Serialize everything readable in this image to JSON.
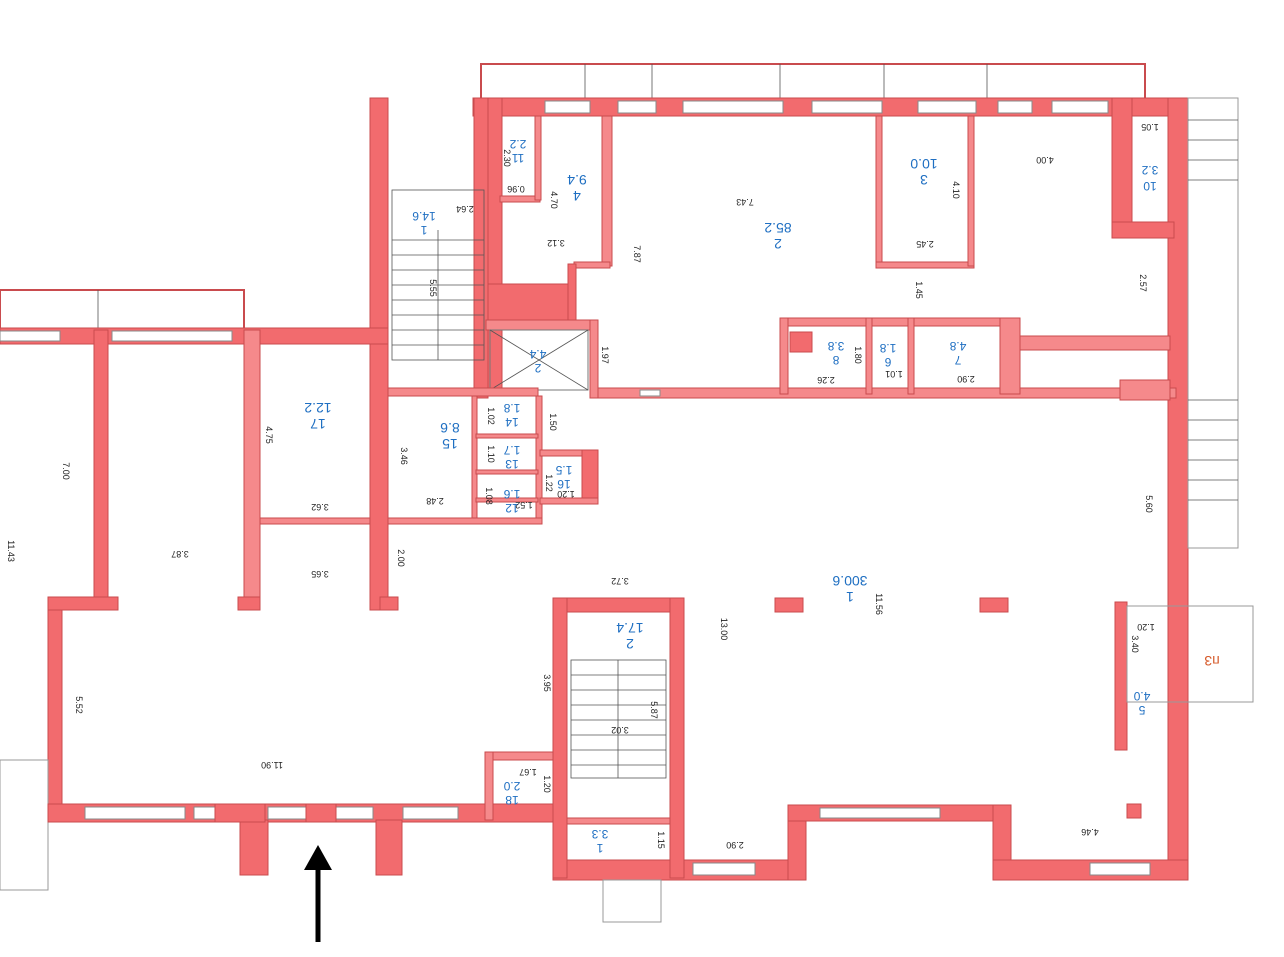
{
  "rooms": [
    {
      "num": "1",
      "area": "300.6"
    },
    {
      "num": "2",
      "area": "85.2"
    },
    {
      "num": "3",
      "area": "10.0"
    },
    {
      "num": "4",
      "area": "9.4"
    },
    {
      "num": "5",
      "area": "4.0"
    },
    {
      "num": "6",
      "area": "1.8"
    },
    {
      "num": "7",
      "area": "4.8"
    },
    {
      "num": "8",
      "area": "3.8"
    },
    {
      "num": "10",
      "area": "3.2"
    },
    {
      "num": "11",
      "area": "2.2"
    },
    {
      "num": "12",
      "area": "1.6"
    },
    {
      "num": "13",
      "area": "1.7"
    },
    {
      "num": "14",
      "area": "1.8"
    },
    {
      "num": "15",
      "area": "8.6"
    },
    {
      "num": "16",
      "area": "1.5"
    },
    {
      "num": "17",
      "area": "12.2"
    },
    {
      "num": "18",
      "area": "2.0"
    }
  ],
  "stairs": [
    {
      "num": "1",
      "area": "14.6"
    },
    {
      "num": "2",
      "area": "4.4"
    },
    {
      "num": "2",
      "area": "17.4"
    },
    {
      "num": "1",
      "area": "3.3"
    }
  ],
  "marker": "п3",
  "dimensions": {
    "d_105": "1.05",
    "d_400": "4.00",
    "d_410": "4.10",
    "d_245": "2.45",
    "d_145": "1.45",
    "d_743": "7.43",
    "d_787": "7.87",
    "d_312": "3.12",
    "d_470": "4.70",
    "d_096": "0.96",
    "d_230": "2.30",
    "d_264": "2.64",
    "d_555": "5.55",
    "d_197": "1.97",
    "d_257": "2.57",
    "d_180": "1.80",
    "d_101": "1.01",
    "d_226": "2.26",
    "d_290a": "2.90",
    "d_560": "5.60",
    "d_150": "1.50",
    "d_102": "1.02",
    "d_110": "1.10",
    "d_108": "1.08",
    "d_122": "1.22",
    "d_120a": "1.20",
    "d_152": "1.52",
    "d_346": "3.46",
    "d_248": "2.48",
    "d_475": "4.75",
    "d_362": "3.62",
    "d_700": "7.00",
    "d_1143": "11.43",
    "d_387": "3.87",
    "d_365": "3.65",
    "d_200": "2.00",
    "d_372": "3.72",
    "d_1300": "13.00",
    "d_1156": "11.56",
    "d_120b": "1.20",
    "d_340": "3.40",
    "d_395": "3.95",
    "d_587": "5.87",
    "d_302": "3.02",
    "d_552": "5.52",
    "d_1190": "11.90",
    "d_167": "1.67",
    "d_120c": "1.20",
    "d_115": "1.15",
    "d_290b": "2.90",
    "d_446": "4.46"
  },
  "colors": {
    "wall": "#f26b6e",
    "label": "#1f6fc2",
    "marker": "#d65a2a"
  },
  "entrance_arrow": "arrow-up-icon"
}
